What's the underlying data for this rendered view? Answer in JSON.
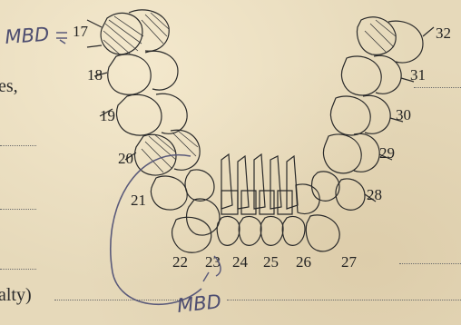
{
  "form_fragments": {
    "line1_tail": "es,",
    "line_last_tail": "alty)"
  },
  "handwriting": {
    "top_label": "MBD",
    "bottom_label": "MBD"
  },
  "tooth_numbers": {
    "n17": "17",
    "n18": "18",
    "n19": "19",
    "n20": "20",
    "n21": "21",
    "n22": "22",
    "n23": "23",
    "n24": "24",
    "n25": "25",
    "n26": "26",
    "n27": "27",
    "n28": "28",
    "n29": "29",
    "n30": "30",
    "n31": "31",
    "n32": "32"
  }
}
